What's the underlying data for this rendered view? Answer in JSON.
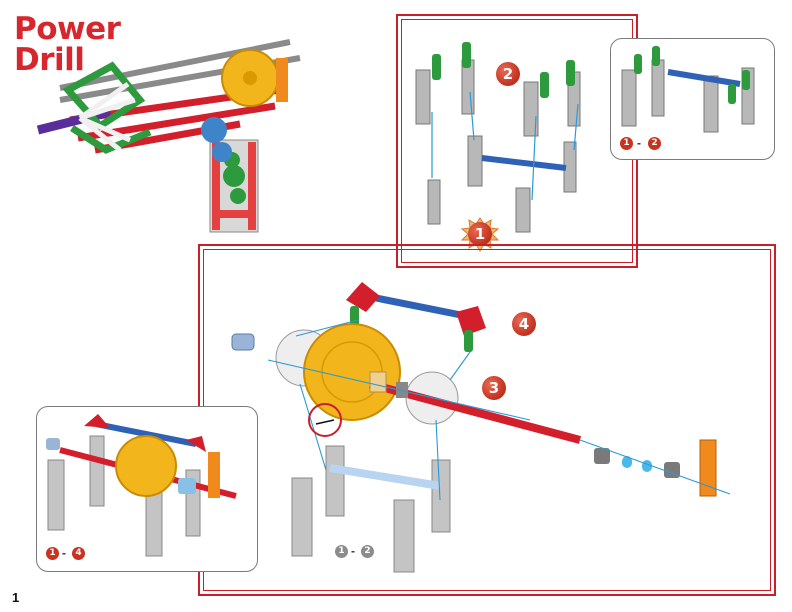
{
  "title": {
    "line1": "Power",
    "line2": "Drill"
  },
  "page_number": "1",
  "steps": {
    "step1": "1",
    "step2": "2",
    "step3": "3",
    "step4": "4"
  },
  "insets": {
    "top_right": {
      "from": "1",
      "separator": "-",
      "to": "2"
    },
    "bottom_left": {
      "from": "1",
      "separator": "-",
      "to": "4"
    },
    "main_ref": {
      "from": "1",
      "separator": "-",
      "to": "2"
    }
  },
  "colors": {
    "brand_red": "#d8262e",
    "rod_red": "#d21f2b",
    "rod_blue": "#2f62b4",
    "rod_grey": "#8a8a8a",
    "gear_yellow": "#f2b51b",
    "green": "#2e9a3e",
    "purple": "#5b2d9a",
    "orange": "#f08a1d",
    "arrow_cyan": "#2a9ad6"
  }
}
